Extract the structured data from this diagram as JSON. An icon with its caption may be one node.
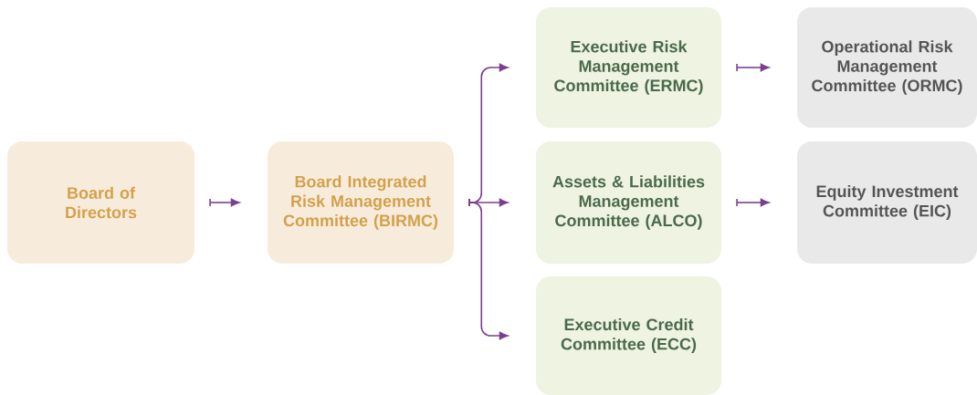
{
  "diagram": {
    "nodes": [
      {
        "text": [
          "Board of Directors"
        ]
      },
      {
        "text": [
          "Board Integrated Risk Management Committee (BIRMC)"
        ]
      },
      {
        "text": [
          "Executive Risk Management Committee (ERMC)"
        ]
      },
      {
        "text": [
          "Assets & Liabilities Management Committee (ALCO)"
        ]
      },
      {
        "text": [
          "Executive Credit Committee (ECC)"
        ]
      },
      {
        "text": [
          "Operational Risk Management Committee (ORMC)"
        ]
      },
      {
        "text": [
          "Equity Investment Committee (EIC)"
        ]
      }
    ],
    "edges": [
      {
        "from": 0,
        "to": 1,
        "arrow": "to"
      },
      {
        "from": 1,
        "to": 2,
        "arrow": "to"
      },
      {
        "from": 1,
        "to": 3,
        "arrow": "to"
      },
      {
        "from": 1,
        "to": 4,
        "arrow": "to"
      },
      {
        "from": 2,
        "to": 5,
        "arrow": "to"
      },
      {
        "from": 3,
        "to": 6,
        "arrow": "to"
      }
    ]
  }
}
